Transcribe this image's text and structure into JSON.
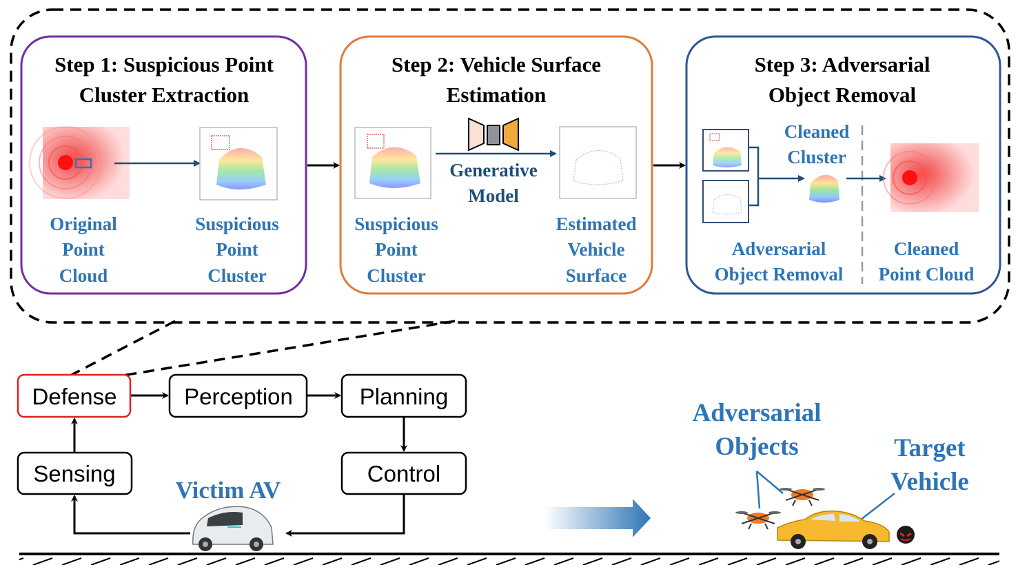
{
  "steps": [
    {
      "title_line1": "Step 1: Suspicious Point",
      "title_line2": "Cluster Extraction",
      "left_caption": [
        "Original",
        "Point",
        "Cloud"
      ],
      "right_caption": [
        "Suspicious",
        "Point",
        "Cluster"
      ],
      "border_color": "#7030a0"
    },
    {
      "title_line1": "Step 2: Vehicle Surface",
      "title_line2": "Estimation",
      "left_caption": [
        "Suspicious",
        "Point",
        "Cluster"
      ],
      "model_caption": [
        "Generative",
        "Model"
      ],
      "right_caption": [
        "Estimated",
        "Vehicle",
        "Surface"
      ],
      "border_color": "#e07b39"
    },
    {
      "title_line1": "Step 3: Adversarial",
      "title_line2": "Object Removal",
      "cleaned_cluster": [
        "Cleaned",
        "Cluster"
      ],
      "left_caption": [
        "Adversarial",
        "Object Removal"
      ],
      "right_caption": [
        "Cleaned",
        "Point Cloud"
      ],
      "border_color": "#2f5597"
    }
  ],
  "pipeline": {
    "defense": "Defense",
    "perception": "Perception",
    "planning": "Planning",
    "sensing": "Sensing",
    "control": "Control",
    "highlight_color": "#e02020"
  },
  "scene": {
    "victim_label": "Victim AV",
    "adversarial_line1": "Adversarial",
    "adversarial_line2": "Objects",
    "target_line1": "Target",
    "target_line2": "Vehicle",
    "label_color": "#2e75b6"
  }
}
